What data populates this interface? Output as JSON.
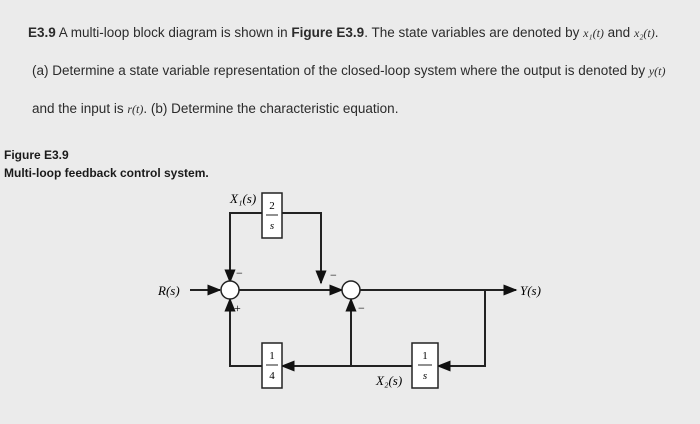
{
  "problem": {
    "line1": {
      "id": "E3.9",
      "t1": " A multi-loop block diagram is shown in ",
      "fig_ref": "Figure E3.9",
      "t2": ". The state variables are denoted by ",
      "x1": "x₁(t)",
      "t3": " and ",
      "x2": "x₂(t)",
      "t4": "."
    },
    "line2": {
      "t1": "(a) Determine a state variable representation of the closed-loop system where the output is denoted by ",
      "y": "y(t)"
    },
    "line3": {
      "t1": "and the input is ",
      "r": "r(t)",
      "t2": ". (b) Determine the characteristic equation."
    }
  },
  "figure": {
    "label": "Figure E3.9",
    "caption": "Multi-loop feedback control system."
  },
  "diagram": {
    "input_label": "R(s)",
    "output_label": "Y(s)",
    "x1_label": "X₁(s)",
    "x2_label": "X₂(s)",
    "block_gain2": {
      "num": "2",
      "den": "s"
    },
    "block_int": {
      "num": "1",
      "den": "s"
    },
    "block_quarter": {
      "num": "1",
      "den": "4"
    },
    "sum1_signs": {
      "top": "−",
      "bottom": "+"
    },
    "sum2_signs": {
      "top": "−",
      "bottom": "−"
    }
  }
}
